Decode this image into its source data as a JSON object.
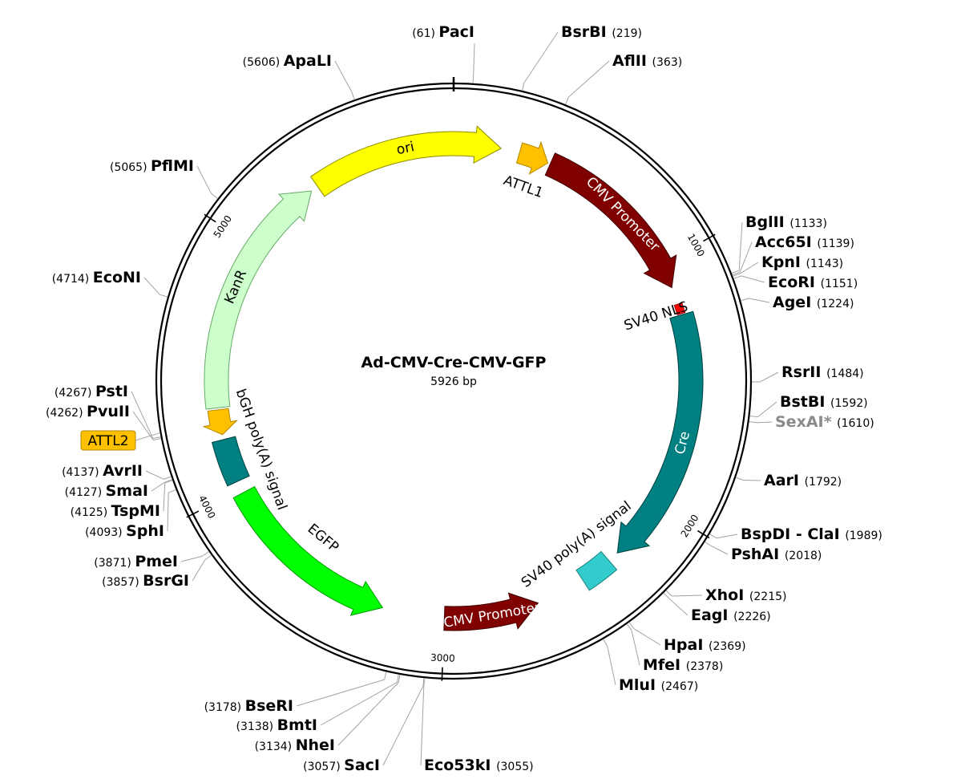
{
  "plasmid": {
    "name": "Ad-CMV-Cre-CMV-GFP",
    "length_label": "5926 bp",
    "length": 5926
  },
  "ticks": [
    {
      "bp": 1000,
      "label": "1000"
    },
    {
      "bp": 2000,
      "label": "2000"
    },
    {
      "bp": 3000,
      "label": "3000"
    },
    {
      "bp": 4000,
      "label": "4000"
    },
    {
      "bp": 5000,
      "label": "5000"
    }
  ],
  "features": [
    {
      "id": "ori",
      "label": "ori",
      "start": 5350,
      "end": 190,
      "dir": 1,
      "r": 296,
      "width": 30,
      "color": "#ffff00",
      "stroke": "#8a8a00",
      "text_color": "#000000",
      "label_inside": true
    },
    {
      "id": "kanr",
      "label": "KanR",
      "start": 4338,
      "end": 5320,
      "dir": 1,
      "r": 296,
      "width": 30,
      "color": "#ccffcc",
      "stroke": "#66aa66",
      "text_color": "#000000",
      "label_inside": true
    },
    {
      "id": "attl1",
      "label": "ATTL1",
      "start": 265,
      "end": 385,
      "dir": 1,
      "r": 296,
      "width": 26,
      "color": "#ffc000",
      "stroke": "#b38700",
      "text_color": "#000000",
      "label_inside": false
    },
    {
      "id": "cmv1",
      "label": "CMV Promoter",
      "start": 395,
      "end": 1100,
      "dir": 1,
      "r": 296,
      "width": 30,
      "color": "#800000",
      "stroke": "#400000",
      "text_color": "#ffffff",
      "label_inside": true
    },
    {
      "id": "sv40nls",
      "label": "SV40 NLS",
      "start": 1170,
      "end": 1210,
      "dir": 0,
      "r": 296,
      "width": 10,
      "color": "#ff0000",
      "stroke": "#990000",
      "text_color": "#000000",
      "label_inside": false
    },
    {
      "id": "cre",
      "label": "Cre",
      "start": 1215,
      "end": 2245,
      "dir": 1,
      "r": 296,
      "width": 30,
      "color": "#008080",
      "stroke": "#004040",
      "text_color": "#ffffff",
      "label_inside": true
    },
    {
      "id": "sv40pa",
      "label": "SV40 poly(A) signal",
      "start": 2290,
      "end": 2420,
      "dir": 0,
      "r": 296,
      "width": 30,
      "color": "#33cccc",
      "stroke": "#1a8080",
      "text_color": "#000000",
      "label_inside": false
    },
    {
      "id": "cmv2",
      "label": "CMV Promoter",
      "start": 2620,
      "end": 3000,
      "dir": -1,
      "r": 296,
      "width": 30,
      "color": "#800000",
      "stroke": "#400000",
      "text_color": "#ffffff",
      "label_inside": true
    },
    {
      "id": "egfp",
      "label": "EGFP",
      "start": 3250,
      "end": 3985,
      "dir": -1,
      "r": 296,
      "width": 30,
      "color": "#00ff00",
      "stroke": "#009900",
      "text_color": "#000000",
      "label_inside": false
    },
    {
      "id": "bgh",
      "label": "bGH poly(A) signal",
      "start": 4035,
      "end": 4210,
      "dir": 0,
      "r": 296,
      "width": 30,
      "color": "#008080",
      "stroke": "#004040",
      "text_color": "#000000",
      "label_inside": false
    },
    {
      "id": "attl2",
      "label": "ATTL2",
      "start": 4230,
      "end": 4330,
      "dir": -1,
      "r": 296,
      "width": 26,
      "color": "#ffc000",
      "stroke": "#b38700",
      "text_color": "#000000",
      "label_inside": false
    }
  ],
  "sites": [
    {
      "name": "PacI",
      "pos": "(61)",
      "bp": 61,
      "grey": false
    },
    {
      "name": "BsrBI",
      "pos": "(219)",
      "bp": 219,
      "grey": false
    },
    {
      "name": "AflII",
      "pos": "(363)",
      "bp": 363,
      "grey": false
    },
    {
      "name": "BglII",
      "pos": "(1133)",
      "bp": 1133,
      "grey": false
    },
    {
      "name": "Acc65I",
      "pos": "(1139)",
      "bp": 1139,
      "grey": false
    },
    {
      "name": "KpnI",
      "pos": "(1143)",
      "bp": 1143,
      "grey": false
    },
    {
      "name": "EcoRI",
      "pos": "(1151)",
      "bp": 1151,
      "grey": false
    },
    {
      "name": "AgeI",
      "pos": "(1224)",
      "bp": 1224,
      "grey": false
    },
    {
      "name": "RsrII",
      "pos": "(1484)",
      "bp": 1484,
      "grey": false
    },
    {
      "name": "BstBI",
      "pos": "(1592)",
      "bp": 1592,
      "grey": false
    },
    {
      "name": "SexAI*",
      "pos": "(1610)",
      "bp": 1610,
      "grey": true
    },
    {
      "name": "AarI",
      "pos": "(1792)",
      "bp": 1792,
      "grey": false
    },
    {
      "name": "BspDI - ClaI",
      "pos": "(1989)",
      "bp": 1989,
      "grey": false
    },
    {
      "name": "PshAI",
      "pos": "(2018)",
      "bp": 2018,
      "grey": false
    },
    {
      "name": "XhoI",
      "pos": "(2215)",
      "bp": 2215,
      "grey": false
    },
    {
      "name": "EagI",
      "pos": "(2226)",
      "bp": 2226,
      "grey": false
    },
    {
      "name": "HpaI",
      "pos": "(2369)",
      "bp": 2369,
      "grey": false
    },
    {
      "name": "MfeI",
      "pos": "(2378)",
      "bp": 2378,
      "grey": false
    },
    {
      "name": "MluI",
      "pos": "(2467)",
      "bp": 2467,
      "grey": false
    },
    {
      "name": "Eco53kI",
      "pos": "(3055)",
      "bp": 3055,
      "grey": false
    },
    {
      "name": "SacI",
      "pos": "(3057)",
      "bp": 3057,
      "grey": false
    },
    {
      "name": "NheI",
      "pos": "(3134)",
      "bp": 3134,
      "grey": false
    },
    {
      "name": "BmtI",
      "pos": "(3138)",
      "bp": 3138,
      "grey": false
    },
    {
      "name": "BseRI",
      "pos": "(3178)",
      "bp": 3178,
      "grey": false
    },
    {
      "name": "BsrGI",
      "pos": "(3857)",
      "bp": 3857,
      "grey": false
    },
    {
      "name": "PmeI",
      "pos": "(3871)",
      "bp": 3871,
      "grey": false
    },
    {
      "name": "SphI",
      "pos": "(4093)",
      "bp": 4093,
      "grey": false
    },
    {
      "name": "TspMI",
      "pos": "(4125)",
      "bp": 4125,
      "grey": false
    },
    {
      "name": "SmaI",
      "pos": "(4127)",
      "bp": 4127,
      "grey": false
    },
    {
      "name": "AvrII",
      "pos": "(4137)",
      "bp": 4137,
      "grey": false
    },
    {
      "name": "PvuII",
      "pos": "(4262)",
      "bp": 4262,
      "grey": false
    },
    {
      "name": "PstI",
      "pos": "(4267)",
      "bp": 4267,
      "grey": false
    },
    {
      "name": "EcoNI",
      "pos": "(4714)",
      "bp": 4714,
      "grey": false
    },
    {
      "name": "PflMI",
      "pos": "(5065)",
      "bp": 5065,
      "grey": false
    },
    {
      "name": "ApaLI",
      "pos": "(5606)",
      "bp": 5606,
      "grey": false
    }
  ]
}
